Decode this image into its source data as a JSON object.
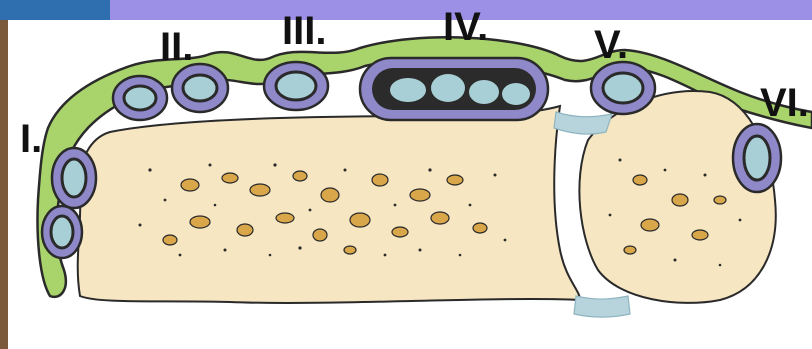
{
  "compartment_labels": [
    "I.",
    "II.",
    "III.",
    "IV.",
    "V.",
    "VI."
  ],
  "colors": {
    "banner": "#9b8fe6",
    "photo_edge_top": "#2f6fb0",
    "photo_edge_bottom": "#7a5a3a",
    "retinaculum": "#a9d36b",
    "retinaculum_outline": "#2a2a2a",
    "sheath": "#8f88c9",
    "tendon": "#a9cfd6",
    "tendon_dark_fill": "#2b2b2b",
    "bone": "#f6e6c2",
    "cancellous_spot": "#d9a64a",
    "ligament": "#b7d4dc"
  }
}
